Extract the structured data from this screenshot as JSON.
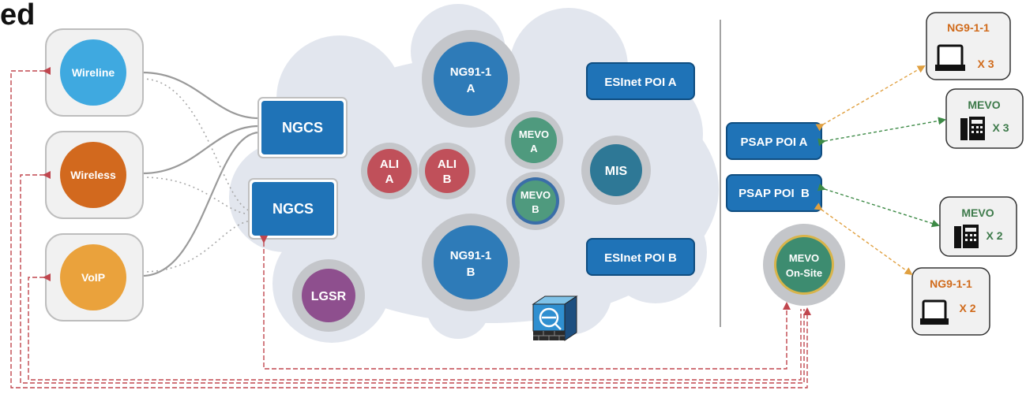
{
  "title_fragment": "ed",
  "sources": {
    "wireline": "Wireline",
    "wireless": "Wireless",
    "voip": "VoIP"
  },
  "ngcs": [
    "NGCS",
    "NGCS"
  ],
  "cloud_nodes": {
    "ng911_a": [
      "NG91-1",
      "A"
    ],
    "ng911_b": [
      "NG91-1",
      "B"
    ],
    "ali_a": [
      "ALI",
      "A"
    ],
    "ali_b": [
      "ALI",
      "B"
    ],
    "mevo_a": [
      "MEVO",
      "A"
    ],
    "mevo_b": [
      "MEVO",
      "B"
    ],
    "mis": "MIS",
    "lgsr": "LGSR",
    "esinet_poi_a": "ESInet POI A",
    "esinet_poi_b": "ESInet POI B"
  },
  "psap": {
    "poi_a": "PSAP POI A",
    "poi_b": "PSAP POI  B",
    "mevo_onsite": [
      "MEVO",
      "On-Site"
    ]
  },
  "endpoints": {
    "ng911_top": {
      "label": "NG9-1-1",
      "count": "X 3"
    },
    "mevo_top": {
      "label": "MEVO",
      "count": "X 3"
    },
    "mevo_bottom": {
      "label": "MEVO",
      "count": "X 2"
    },
    "ng911_bottom": {
      "label": "NG9-1-1",
      "count": "X 2"
    }
  },
  "colors": {
    "wireline": "#3fa9e0",
    "wireless": "#d2691e",
    "voip": "#eaa23c",
    "node_blue": "#1f73b7",
    "ali": "#c0505a",
    "mevo": "#4f9a7e",
    "mis": "#2e7896",
    "lgsr": "#8e4f8e",
    "cloud": "#e2e6ee",
    "dashed_red": "#c0464e",
    "dashed_orange": "#e0a040",
    "dashed_green": "#3d8a46",
    "orange_text": "#d06a1a"
  }
}
